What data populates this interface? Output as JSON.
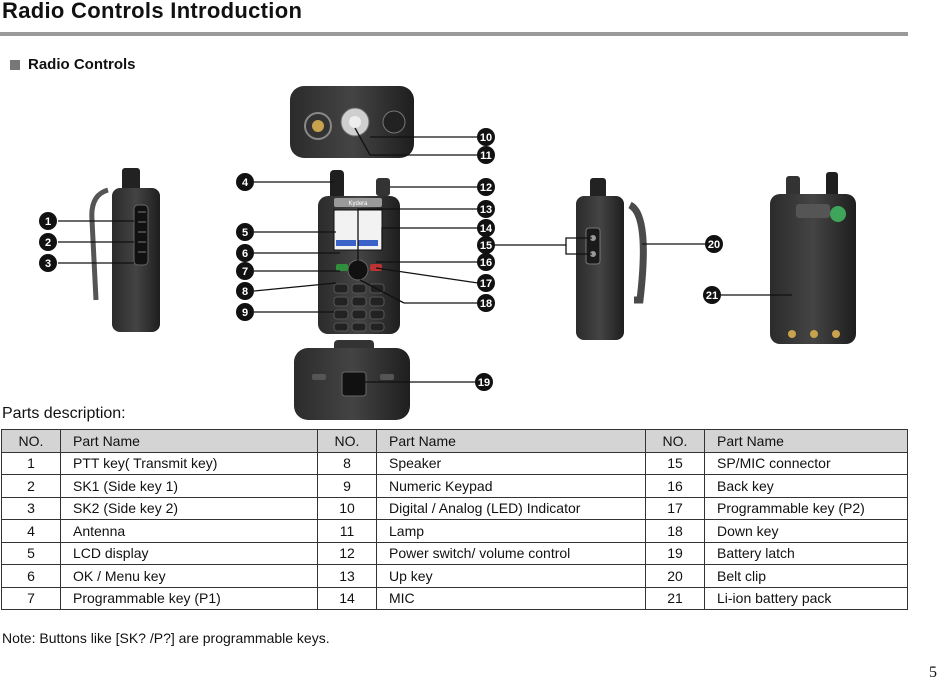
{
  "title": "Radio Controls Introduction",
  "section_heading": "Radio Controls",
  "parts_label": "Parts description:",
  "table": {
    "headers": [
      "NO.",
      "Part Name",
      "NO.",
      "Part Name",
      "NO.",
      "Part Name"
    ],
    "rows": [
      [
        "1",
        "PTT key( Transmit key)",
        "8",
        "Speaker",
        "15",
        "SP/MIC connector"
      ],
      [
        "2",
        "SK1 (Side key 1)",
        "9",
        "Numeric Keypad",
        "16",
        "Back key"
      ],
      [
        "3",
        "SK2 (Side key 2)",
        "10",
        "Digital / Analog (LED) Indicator",
        "17",
        "Programmable key (P2)"
      ],
      [
        "4",
        "Antenna",
        "11",
        "Lamp",
        "18",
        "Down key"
      ],
      [
        "5",
        "LCD display",
        "12",
        "Power switch/ volume control",
        "19",
        "Battery latch"
      ],
      [
        "6",
        "OK / Menu key",
        "13",
        "Up key",
        "20",
        "Belt clip"
      ],
      [
        "7",
        "Programmable key (P1)",
        "14",
        "MIC",
        "21",
        "Li-ion battery pack"
      ]
    ]
  },
  "note": "Note: Buttons like [SK? /P?] are programmable keys.",
  "page_number": "5",
  "brand_label": "Kydera",
  "callouts": [
    "1",
    "2",
    "3",
    "4",
    "5",
    "6",
    "7",
    "8",
    "9",
    "10",
    "11",
    "12",
    "13",
    "14",
    "15",
    "16",
    "17",
    "18",
    "19",
    "20",
    "21"
  ]
}
